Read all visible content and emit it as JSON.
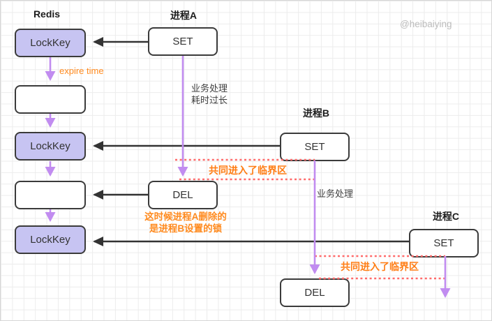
{
  "watermark": "@heibaiying",
  "colors": {
    "lock_fill": "#c7c4f2",
    "arrow_purple": "#c18cf0",
    "arrow_black": "#333333",
    "critical_dotted_red": "#ff6b6b",
    "annotation_orange": "#ff8a1e"
  },
  "lanes": {
    "redis_title": "Redis",
    "process_a_title": "进程A",
    "process_b_title": "进程B",
    "process_c_title": "进程C"
  },
  "redis_column": {
    "lockkey_1": "LockKey",
    "expired_1": "",
    "lockkey_2": "LockKey",
    "expired_2": "",
    "lockkey_3": "LockKey"
  },
  "process_boxes": {
    "a_set": "SET",
    "a_del": "DEL",
    "b_set": "SET",
    "b_del": "DEL",
    "c_set": "SET"
  },
  "annotations": {
    "expire_time": "expire time",
    "a_work_line1": "业务处理",
    "a_work_line2": "耗时过长",
    "b_work": "业务处理",
    "critical_section_1": "共同进入了临界区",
    "critical_section_2": "共同进入了临界区",
    "del_note_line1": "这时候进程A删除的",
    "del_note_line2": "是进程B设置的锁"
  }
}
